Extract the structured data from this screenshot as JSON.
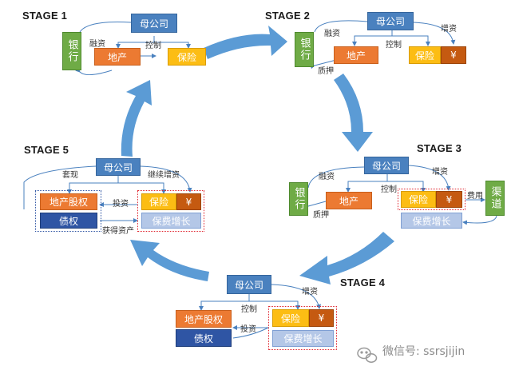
{
  "stage1": {
    "title": "STAGE 1",
    "parent": "母公司",
    "bank": "银行",
    "realestate": "地产",
    "insurance": "保险",
    "financing": "融资",
    "control": "控制"
  },
  "stage2": {
    "title": "STAGE 2",
    "parent": "母公司",
    "bank": "银行",
    "realestate": "地产",
    "insurance": "保险",
    "yuan": "¥",
    "financing": "融资",
    "control": "控制",
    "capital_increase": "增资",
    "pledge": "质押"
  },
  "stage3": {
    "title": "STAGE 3",
    "parent": "母公司",
    "bank": "银行",
    "realestate": "地产",
    "insurance": "保险",
    "yuan": "¥",
    "premium_growth": "保费增长",
    "channel": "渠道",
    "financing": "融资",
    "control": "控制",
    "capital_increase": "增资",
    "pledge": "质押",
    "fee": "费用"
  },
  "stage4": {
    "title": "STAGE 4",
    "parent": "母公司",
    "realestate_equity": "地产股权",
    "debt": "债权",
    "insurance": "保险",
    "yuan": "¥",
    "premium_growth": "保费增长",
    "control": "控制",
    "capital_increase": "增资",
    "invest": "投资"
  },
  "stage5": {
    "title": "STAGE 5",
    "parent": "母公司",
    "realestate_equity": "地产股权",
    "debt": "债权",
    "insurance": "保险",
    "yuan": "¥",
    "premium_growth": "保费增长",
    "cash_out": "套现",
    "continue_increase": "继续增资",
    "invest": "投资",
    "acquire_assets": "获得资产"
  },
  "watermark": {
    "text": "微信号: ssrsjijin",
    "icon": "wechat-icon"
  },
  "colors": {
    "arrow": "#5b9bd5",
    "blue": "#4a81bf",
    "green": "#6fab46",
    "orange": "#ec7a32",
    "yellow": "#fcbd14",
    "dark_orange": "#c55a11",
    "light_blue": "#b4c7e7",
    "navy": "#2f55a4",
    "dashed_red": "#e0262f"
  }
}
